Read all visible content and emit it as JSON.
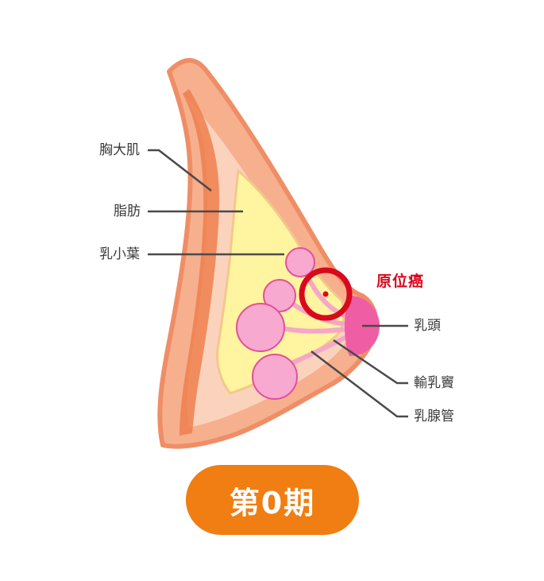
{
  "labels": {
    "pectoralis": "胸大肌",
    "fat": "脂肪",
    "lobule": "乳小葉",
    "insitu": "原位癌",
    "nipple": "乳頭",
    "sinus": "輸乳竇",
    "duct": "乳腺管"
  },
  "stage": {
    "label": "第0期"
  },
  "colors": {
    "accent": "#f07e12",
    "tumor_ring": "#d9091d",
    "breast_outer": "#f4a17c",
    "muscle": "#ee8455",
    "fat": "#fff6a8",
    "lobule": "#f58bc0",
    "nipple": "#ee5ea6",
    "leader_line": "#4a4a4a"
  }
}
